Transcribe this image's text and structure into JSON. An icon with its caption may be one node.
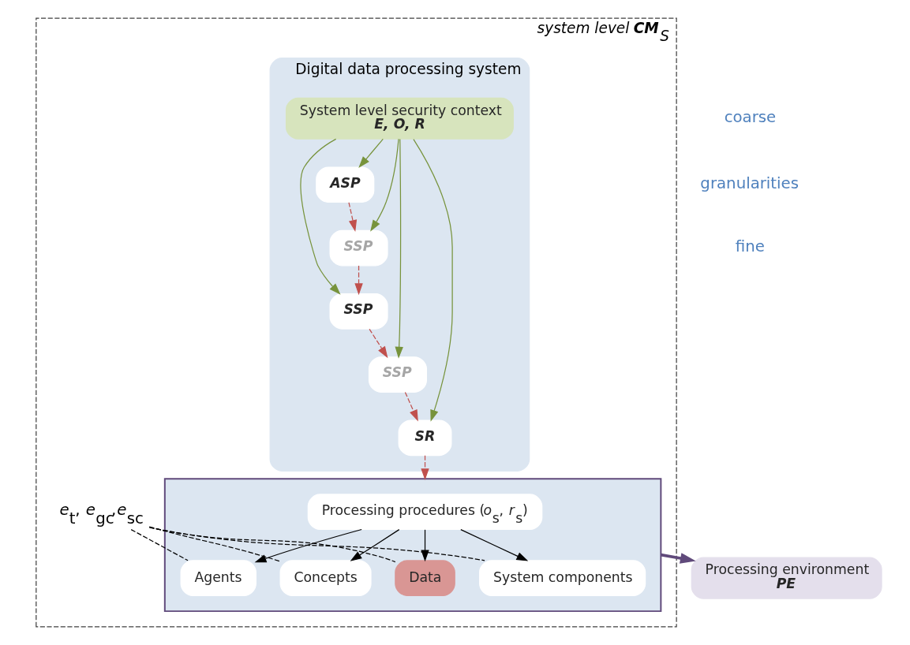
{
  "diagram": {
    "nodes": [
      {
        "text": [
          "system level **CM**$_{S}$"
        ]
      },
      {
        "text": [
          "Digital data processing system"
        ],
        "in": 0
      },
      {
        "text": [
          "System level security context",
          "E, O, R"
        ],
        "in": 1
      },
      {
        "text": [
          "ASP"
        ],
        "in": 1
      },
      {
        "text": [
          "SSP"
        ],
        "in": 1
      },
      {
        "text": [
          "SSP"
        ],
        "in": 1
      },
      {
        "text": [
          "SSP"
        ],
        "in": 1
      },
      {
        "text": [
          "SR"
        ],
        "in": 1
      },
      {
        "text": [],
        "shape": "arrow",
        "in": 0
      },
      {
        "text": [
          "Processing procedures (*o*$_{s}$, *r*$_{s}$)"
        ],
        "in": 8
      },
      {
        "text": [
          "Data"
        ],
        "in": 8
      },
      {
        "text": [
          "System components"
        ],
        "in": 8
      },
      {
        "text": [
          "Agents"
        ],
        "in": 8
      },
      {
        "text": [
          "Concepts"
        ],
        "in": 8
      },
      {
        "text": [
          "Processing environment",
          "PE"
        ]
      },
      {
        "text": [
          "*e*$_{t}$, *e*$_{gc}$,*e*$_{sc}$"
        ],
        "in": 0
      }
    ],
    "edges": [
      {
        "from": 2,
        "to": 3,
        "arrow": "to",
        "color": "#77933c"
      },
      {
        "from": 2,
        "to": 4,
        "arrow": "to",
        "color": "#77933c"
      },
      {
        "from": 2,
        "to": 5,
        "arrow": "to",
        "color": "#77933c"
      },
      {
        "from": 2,
        "to": 6,
        "arrow": "to",
        "color": "#77933c"
      },
      {
        "from": 2,
        "to": 7,
        "arrow": "to",
        "color": "#77933c"
      },
      {
        "from": 3,
        "to": 4,
        "arrow": "to",
        "style": "dashed",
        "color": "#c0504d"
      },
      {
        "from": 4,
        "to": 5,
        "arrow": "to",
        "style": "dashed",
        "color": "#c0504d"
      },
      {
        "from": 5,
        "to": 6,
        "arrow": "to",
        "style": "dashed",
        "color": "#c0504d"
      },
      {
        "from": 6,
        "to": 7,
        "arrow": "to",
        "style": "dashed",
        "color": "#c0504d"
      },
      {
        "from": 7,
        "to": 8,
        "arrow": "to",
        "style": "dashed",
        "color": "#c0504d"
      },
      {
        "from": 9,
        "to": 10,
        "arrow": "to"
      },
      {
        "from": 9,
        "to": 11,
        "arrow": "to"
      },
      {
        "from": 9,
        "to": 12,
        "arrow": "to"
      },
      {
        "from": 9,
        "to": 13,
        "arrow": "to"
      },
      {
        "from": 8,
        "to": 14,
        "arrow": "to",
        "style": "thick",
        "color": "#604a7b"
      },
      {
        "from": 15,
        "to": 10,
        "arrow": "none",
        "style": "dashed"
      },
      {
        "from": 15,
        "to": 11,
        "arrow": "none",
        "style": "dashed"
      },
      {
        "from": 15,
        "to": 12,
        "arrow": "none",
        "style": "dashed"
      },
      {
        "from": 15,
        "to": 13,
        "arrow": "none",
        "style": "dashed"
      }
    ],
    "labels": [
      "coarse",
      "granularities",
      "fine"
    ]
  }
}
